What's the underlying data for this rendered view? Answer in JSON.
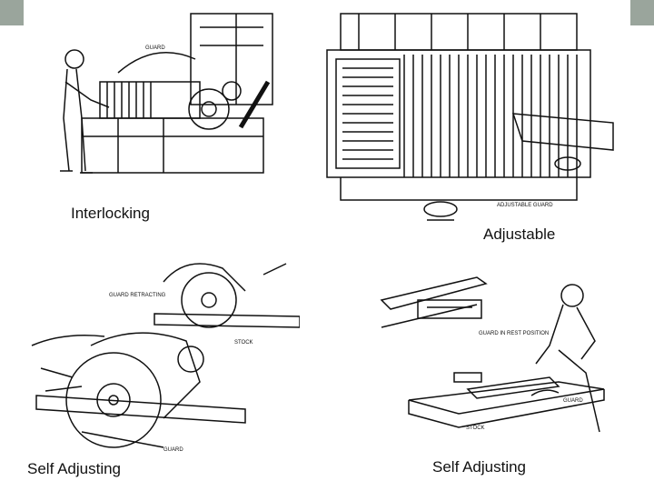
{
  "captions": {
    "top_left": "Interlocking",
    "top_right": "Adjustable",
    "bottom_left": "Self Adjusting",
    "bottom_right": "Self Adjusting"
  },
  "illustrations": {
    "top_left": {
      "callouts": [
        "GUARD"
      ]
    },
    "top_right": {
      "callouts": [
        "ADJUSTABLE GUARD"
      ]
    },
    "bottom_left": {
      "callouts": [
        "GUARD RETRACTING",
        "STOCK",
        "GUARD"
      ]
    },
    "bottom_right": {
      "callouts": [
        "GUARD IN REST POSITION",
        "GUARD",
        "STOCK"
      ]
    }
  },
  "colors": {
    "accent": "#9aa59c",
    "ink": "#111111"
  }
}
